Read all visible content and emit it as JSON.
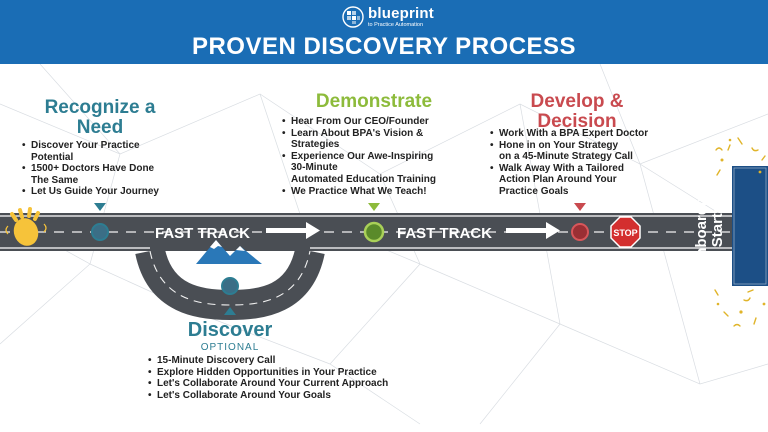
{
  "header": {
    "logo_name": "blueprint",
    "logo_tagline": "to Practice Automation",
    "title": "PROVEN DISCOVERY PROCESS"
  },
  "stages": {
    "recognize": {
      "title": "Recognize a Need",
      "bullets": [
        "Discover Your Practice\nPotential",
        "1500+ Doctors Have Done\nThe Same",
        "Let Us Guide Your Journey"
      ]
    },
    "demonstrate": {
      "title": "Demonstrate",
      "bullets": [
        "Hear From Our CEO/Founder",
        "Learn About BPA's Vision &\nStrategies",
        "Experience Our Awe-Inspiring\n30-Minute\nAutomated Education Training",
        "We Practice What We Teach!"
      ]
    },
    "develop": {
      "title": "Develop & Decision",
      "bullets": [
        "Work With a BPA Expert Doctor",
        "Hone in on Your Strategy\non a 45-Minute Strategy Call",
        "Walk Away With a Tailored\nAction Plan Around Your\nPractice Goals"
      ]
    },
    "discover": {
      "title": "Discover",
      "subtitle": "OPTIONAL",
      "bullets": [
        "15-Minute Discovery Call",
        "Explore Hidden Opportunities in Your Practice",
        "Let's Collaborate Around Your Current Approach",
        "Let's Collaborate Around Your Goals"
      ]
    }
  },
  "road": {
    "fast_track_1": "FAST TRACK",
    "fast_track_2": "FAST TRACK",
    "stop_sign": "STOP",
    "onboarding": "Onboarding Starts"
  },
  "colors": {
    "header_blue": "#1a6db5",
    "recognize_teal": "#2d7d92",
    "demonstrate_green": "#8dbb3b",
    "develop_red": "#c94a4f",
    "road_gray": "#4a4e54",
    "onboarding_navy": "#1c4f86",
    "confetti_gold": "#e0b429"
  },
  "icons": [
    "blueprint-logo-icon",
    "waving-hand-icon",
    "mountain-icon",
    "stop-sign-icon"
  ]
}
